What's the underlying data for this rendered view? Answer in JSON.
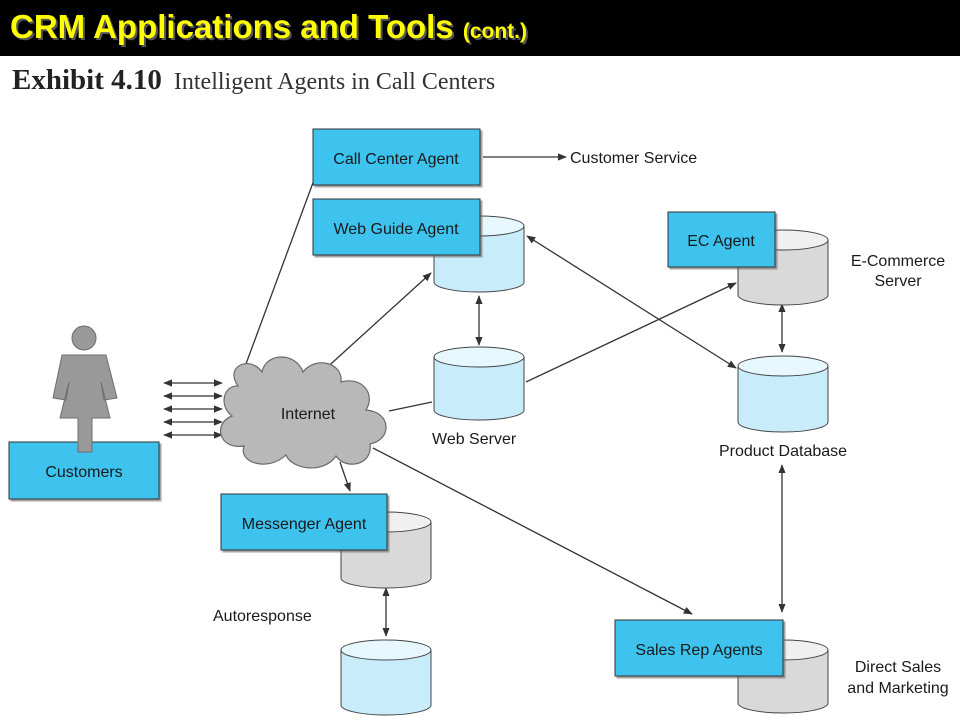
{
  "slide": {
    "title": "CRM Applications and Tools",
    "title_suffix": "(cont.)",
    "exhibit_number": "Exhibit 4.10",
    "exhibit_caption": "Intelligent Agents in Call Centers"
  },
  "diagram": {
    "boxes": {
      "call_center_agent": "Call Center Agent",
      "web_guide_agent": "Web Guide Agent",
      "ec_agent": "EC Agent",
      "customers": "Customers",
      "messenger_agent": "Messenger Agent",
      "sales_rep_agents": "Sales Rep Agents"
    },
    "labels": {
      "customer_service": "Customer Service",
      "internet": "Internet",
      "web_server": "Web Server",
      "ecommerce_server_line1": "E-Commerce",
      "ecommerce_server_line2": "Server",
      "product_database": "Product Database",
      "autoresponse": "Autoresponse",
      "direct_sales_line1": "Direct Sales",
      "direct_sales_line2": "and Marketing"
    }
  },
  "colors": {
    "title_text": "#ffff00",
    "title_bar": "#000000",
    "agent_box": "#3ec3ee",
    "blue_cylinder": "#c9ecfb",
    "gray_cylinder": "#d9d9d9",
    "cloud": "#b8b8b8",
    "person": "#999999"
  }
}
